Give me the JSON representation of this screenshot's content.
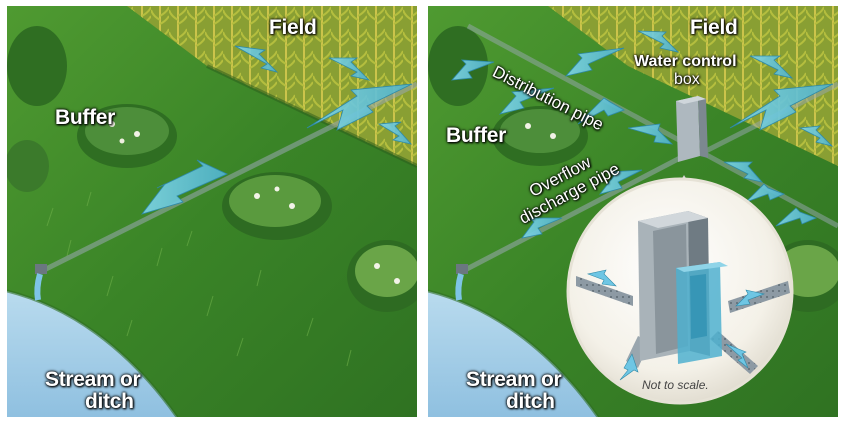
{
  "left_panel": {
    "labels": {
      "field": "Field",
      "buffer": "Buffer",
      "stream_line1": "Stream or",
      "stream_line2": "ditch"
    }
  },
  "right_panel": {
    "labels": {
      "field": "Field",
      "buffer": "Buffer",
      "stream_line1": "Stream or",
      "stream_line2": "ditch",
      "distribution_pipe": "Distribution pipe",
      "water_control_line1": "Water control",
      "water_control_line2": "box",
      "overflow_line1": "Overflow",
      "overflow_line2": "discharge pipe",
      "scale_note": "Not to scale."
    }
  },
  "colors": {
    "grass": "#3f8a2a",
    "water": "#9ecae6",
    "arrow": "#5fc3dc",
    "pipe": "#8a9aa6"
  }
}
